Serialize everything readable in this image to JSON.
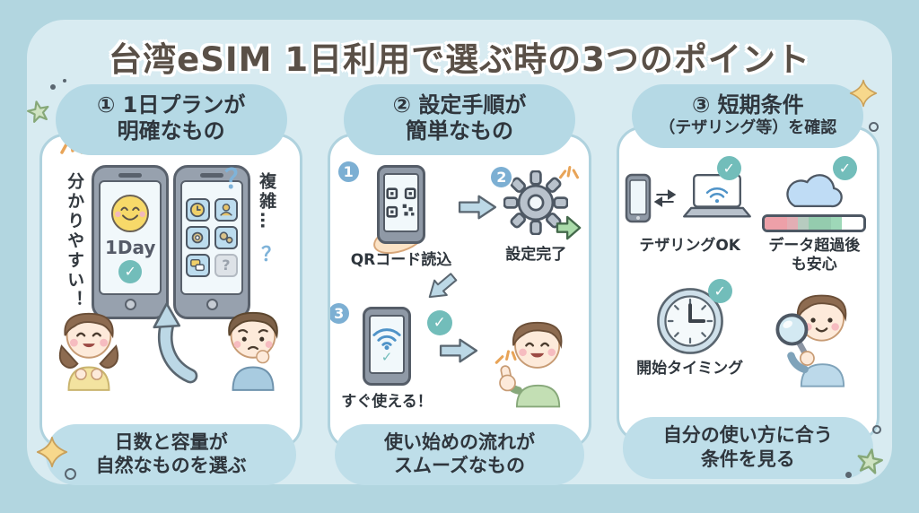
{
  "title": "台湾eSIM 1日利用で選ぶ時の3つのポイント",
  "panel1": {
    "header_line1": "① 1日プランが",
    "header_line2": "明確なもの",
    "left_caption": "分かりやすい！",
    "right_caption": "複雑…",
    "phone_label": "1Day",
    "question_mark_top": "？",
    "question_mark_bottom": "？",
    "tile_question": "?",
    "footer_line1": "日数と容量が",
    "footer_line2": "自然なものを選ぶ"
  },
  "panel2": {
    "header_line1": "② 設定手順が",
    "header_line2": "簡単なもの",
    "steps": [
      {
        "num": "1",
        "label": "QRコード読込"
      },
      {
        "num": "2",
        "label": "設定完了"
      },
      {
        "num": "3",
        "label": "すぐ使える！"
      }
    ],
    "footer_line1": "使い始めの流れが",
    "footer_line2": "スムーズなもの"
  },
  "panel3": {
    "header_line1": "③ 短期条件",
    "header_line2": "（テザリング等）を確認",
    "item1_label": "テザリングOK",
    "item2_line1": "データ超過後",
    "item2_line2": "も安心",
    "item3_label": "開始タイミング",
    "footer_line1": "自分の使い方に合う",
    "footer_line2": "条件を見る"
  },
  "icons": {
    "check": "✓"
  },
  "colors": {
    "page_background": "#b2d6e0",
    "container_background": "#d8ebf1",
    "pill_background": "#b5d9e5",
    "footer_pill_background": "#bedee9",
    "card_background": "#ffffff",
    "card_border": "#afd2de",
    "title_text": "#5a5047",
    "body_text": "#2f363d",
    "check_teal": "#72bdba",
    "step_circle_blue": "#7cafd3",
    "arrow_blue": "#bcd8e6",
    "smiley_yellow": "#f7d969",
    "star_green": "#cfe3c2",
    "sparkle_gold": "#f7d88c"
  }
}
